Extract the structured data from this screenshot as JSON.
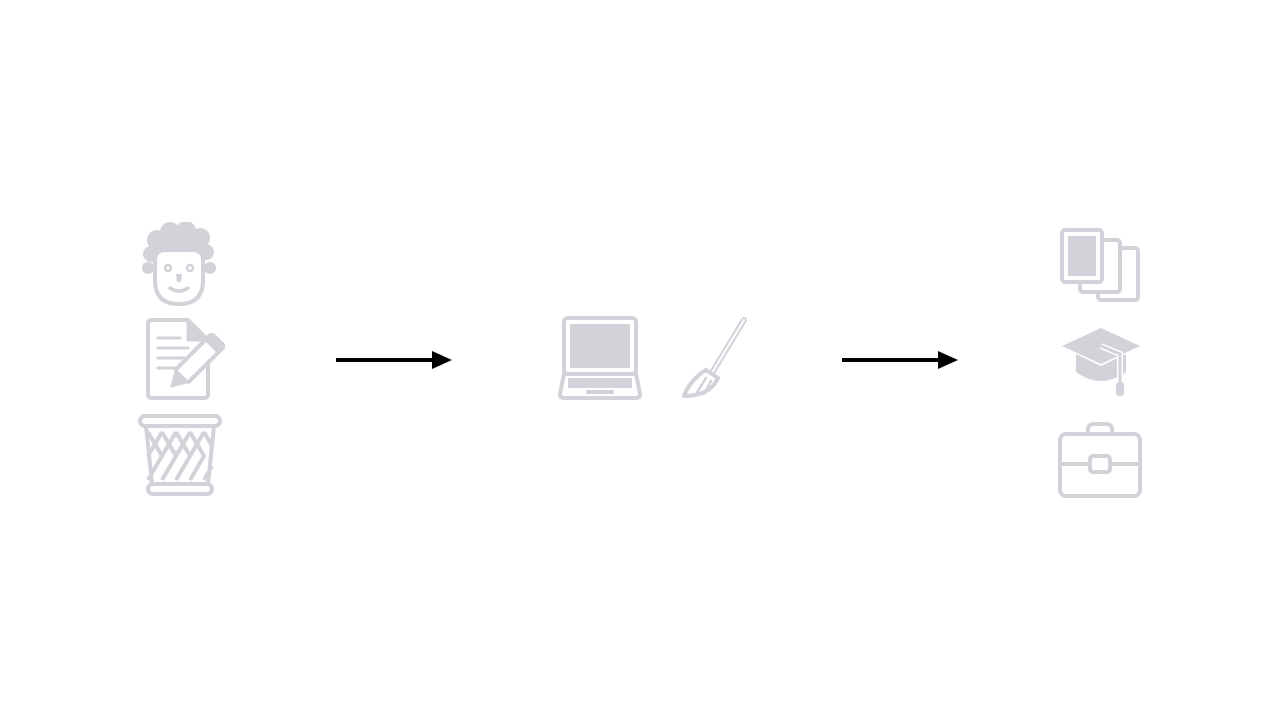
{
  "colors": {
    "icon": "#d1d3d9",
    "arrow": "#000000",
    "background": "#ffffff"
  },
  "groups": [
    {
      "id": "input",
      "icons": [
        "person-icon",
        "document-edit-icon",
        "trash-bin-icon"
      ]
    },
    {
      "id": "process",
      "icons": [
        "laptop-icon",
        "broom-icon"
      ]
    },
    {
      "id": "output",
      "icons": [
        "documents-stack-icon",
        "graduation-cap-icon",
        "briefcase-icon"
      ]
    }
  ],
  "arrows": [
    "arrow-input-to-process",
    "arrow-process-to-output"
  ]
}
